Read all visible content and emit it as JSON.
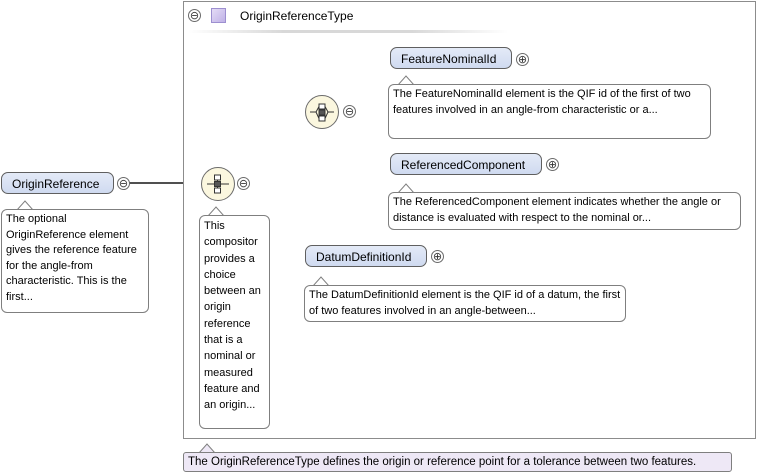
{
  "type_box": {
    "title": "OriginReferenceType",
    "collapse_symbol": "⊖",
    "description": "The OriginReferenceType defines the origin or reference point for a tolerance between two features."
  },
  "root_element": {
    "name": "OriginReference",
    "collapse_symbol": "⊖",
    "description": "The optional OriginReference element gives the reference feature for the angle-from characteristic. This is the first..."
  },
  "sequence_compositor": {
    "collapse_symbol": "⊖",
    "description": "This compositor provides a choice between an origin reference that is a nominal or measured feature and an origin..."
  },
  "choice_compositor": {
    "collapse_symbol": "⊖"
  },
  "children": [
    {
      "name": "FeatureNominalId",
      "expand_symbol": "⊕",
      "description": "The FeatureNominalId element is the QIF id of the first of two features involved in an angle-from characteristic or a..."
    },
    {
      "name": "ReferencedComponent",
      "expand_symbol": "⊕",
      "description": "The ReferencedComponent element indicates whether the angle or distance is evaluated with respect to the nominal or..."
    },
    {
      "name": "DatumDefinitionId",
      "expand_symbol": "⊕",
      "description": "The DatumDefinitionId element is the QIF id of a datum, the first of two features involved in an angle-between..."
    }
  ],
  "colors": {
    "element_fill": "#d8e1f3",
    "compositor_fill": "#fbf7df",
    "type_icon": "#c9bdea",
    "connector": "#505050"
  }
}
